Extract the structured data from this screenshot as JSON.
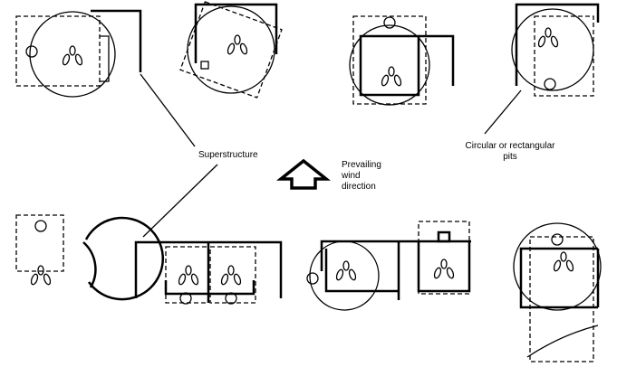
{
  "labels": {
    "superstructure": "Superstructure",
    "wind_line1": "Prevailing",
    "wind_line2": "wind",
    "wind_line3": "direction",
    "pits_line1": "Circular or rectangular",
    "pits_line2": "pits"
  }
}
